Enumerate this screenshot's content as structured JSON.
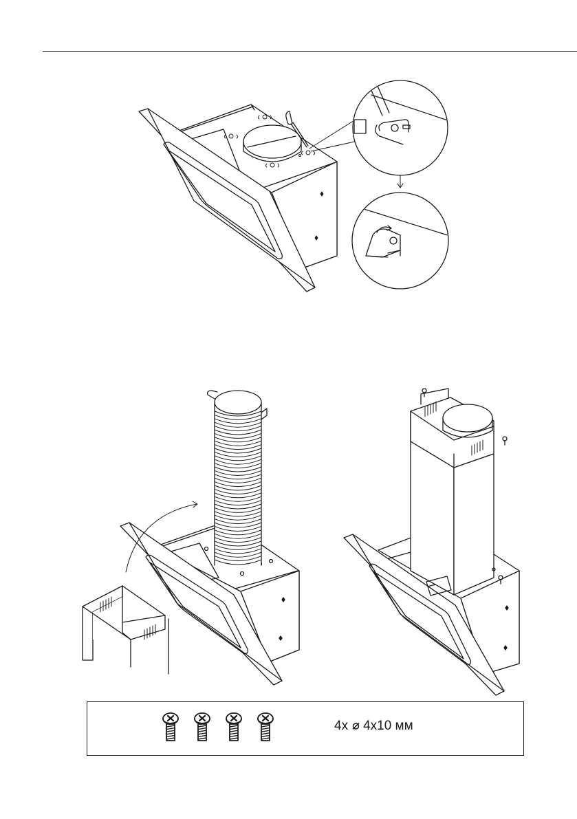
{
  "parts": {
    "quantity": "4x",
    "size": "4x10 мм",
    "count": 4
  },
  "colors": {
    "ink": "#1a1a1a",
    "paper": "#ffffff"
  }
}
